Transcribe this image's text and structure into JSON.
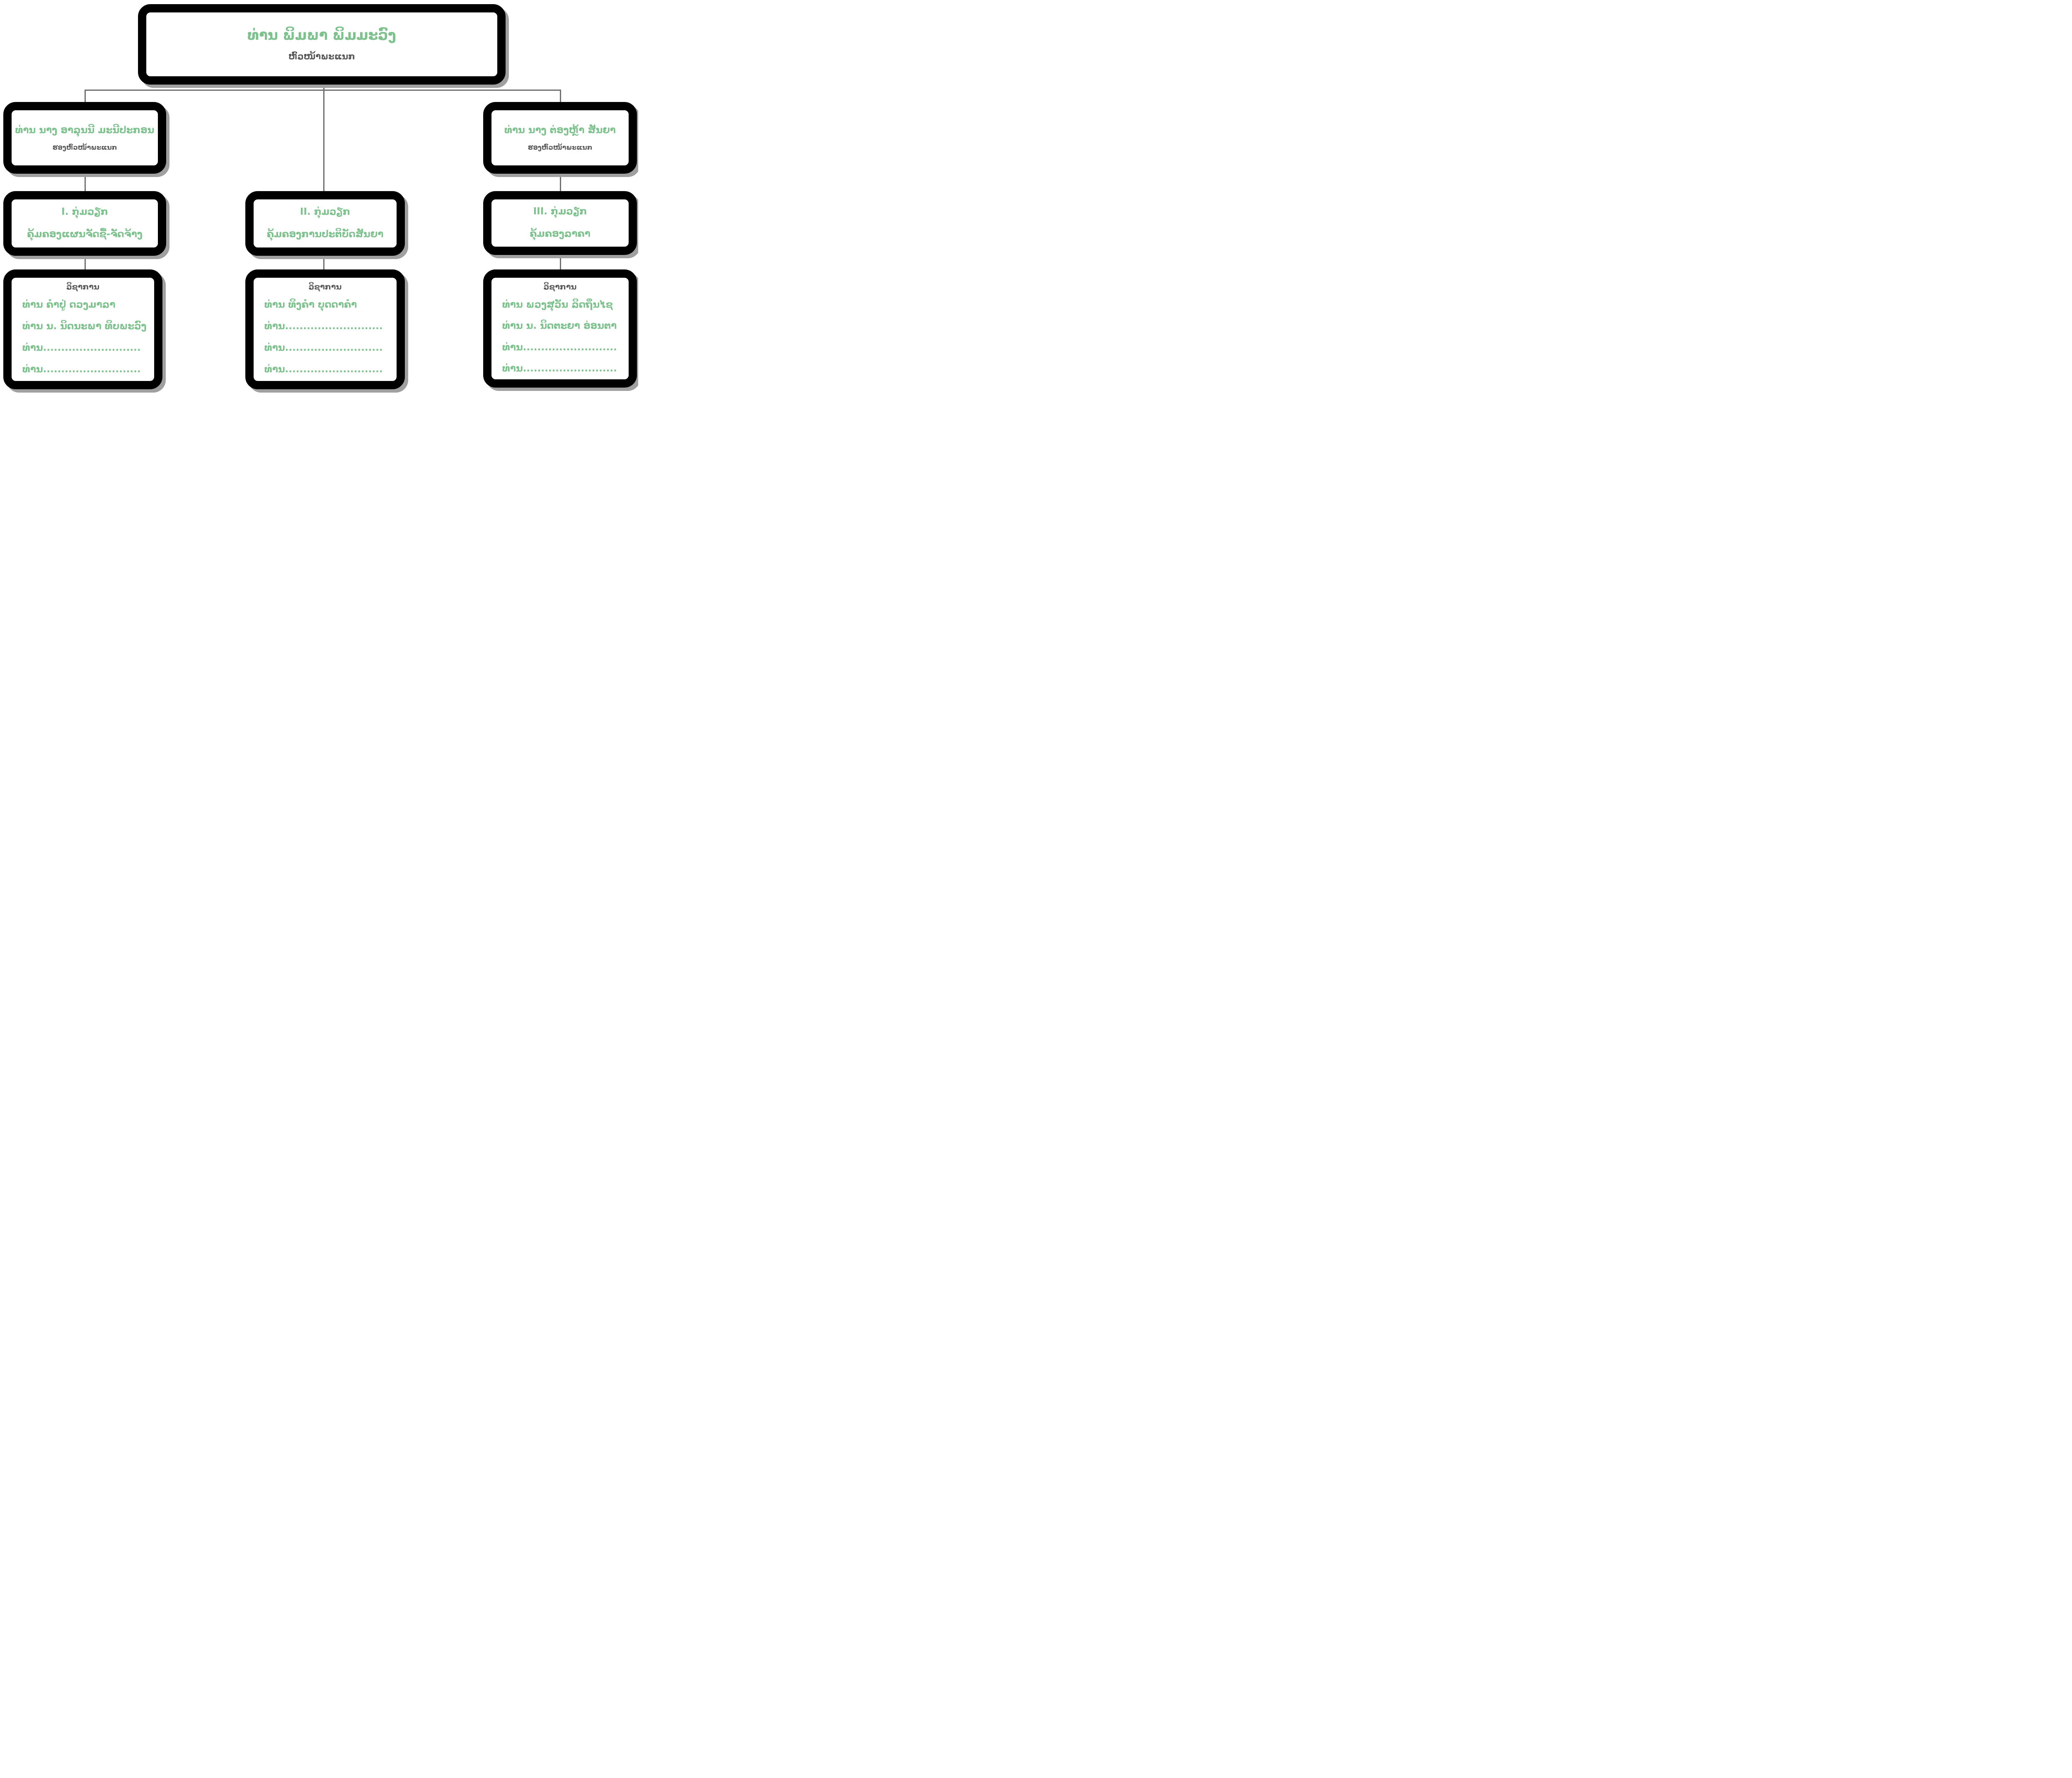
{
  "colors": {
    "accent_green": "#7DC18D",
    "text_gray": "#595959",
    "connector_gray": "#6E6E6E",
    "border_black": "#000000",
    "shadow_gray": "#A0A0A0"
  },
  "org_chart": {
    "root": {
      "name": "ທ່ານ ພິມພາ ພິມມະວົງ",
      "role": "ຫົວໜ້າພະແນກ"
    },
    "deputies": [
      {
        "name": "ທ່ານ ນາງ ອາລຸນນີ ມະນີປະກອນ",
        "role": "ຮອງຫົວໜ້າພະແນກ"
      },
      {
        "name": "ທ່ານ ນາງ ຕ່ອງຫຼ້າ ສັນຍາ",
        "role": "ຮອງຫົວໜ້າພະແນກ"
      }
    ],
    "groups": [
      {
        "line1": "I. ກຸ່ມວຽກ",
        "line2": "ຄຸ້ມຄອງແຜນຈັດຊື້-ຈັດຈ້າງ"
      },
      {
        "line1": "II. ກຸ່ມວຽກ",
        "line2": "ຄຸ້ມຄອງການປະຕິບັດສັນຍາ"
      },
      {
        "line1": "III. ກຸ່ມວຽກ",
        "line2": "ຄຸ້ມຄອງລາຄາ"
      }
    ],
    "teams": [
      {
        "header": "ວິຊາການ",
        "members": [
          "ທ່ານ ຄຳປູ່ ດວງມາລາ",
          "ທ່ານ ນ. ນິດນະພາ ທິບພະວົງ",
          "ທ່ານ...........................",
          "ທ່ານ..........................."
        ]
      },
      {
        "header": "ວິຊາການ",
        "members": [
          "ທ່ານ ທິງຄຳ ບຸດດາຄຳ",
          "ທ່ານ...........................",
          "ທ່ານ...........................",
          "ທ່ານ..........................."
        ]
      },
      {
        "header": "ວິຊາການ",
        "members": [
          "ທ່ານ ພວງສຸວັນ ລິດຖິ່ນໄຊ",
          "ທ່ານ ນ. ນິດຕະຍາ ອ່ອນຕາ",
          "ທ່ານ..........................",
          "ທ່ານ.........................."
        ]
      }
    ]
  }
}
